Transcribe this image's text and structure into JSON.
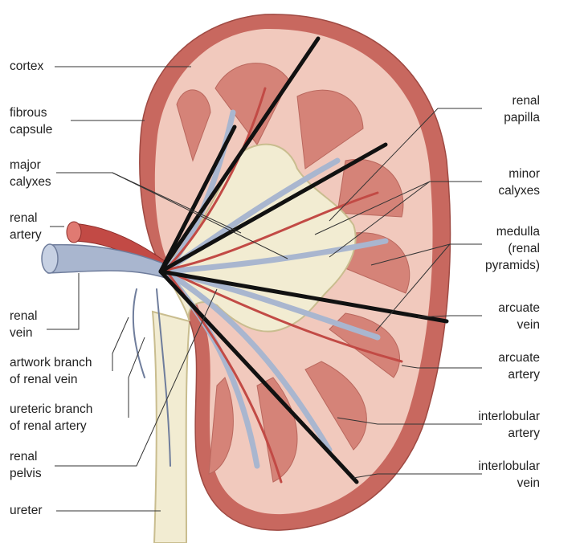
{
  "colors": {
    "capsule": "#c8685f",
    "cortex": "#f1c9bd",
    "pyramid": "#d58378",
    "vein": "#a9b6cf",
    "vein_dark": "#6f7d9c",
    "artery": "#c24a45",
    "pelvis": "#f2ecd2",
    "pelvis_edge": "#c9bd8f",
    "dashed_line": "#111111",
    "leader": "#333333",
    "text": "#222222"
  },
  "labels": {
    "cortex": "cortex",
    "fibrous_capsule": "fibrous\ncapsule",
    "major_calyxes": "major\ncalyxes",
    "renal_artery": "renal\nartery",
    "renal_vein": "renal\nvein",
    "artwork_branch": "artwork branch\nof renal vein",
    "ureteric_branch": "ureteric branch\nof renal artery",
    "renal_pelvis": "renal\npelvis",
    "ureter": "ureter",
    "renal_papilla": "renal\npapilla",
    "minor_calyxes": "minor\ncalyxes",
    "medulla": "medulla\n(renal\npyramids)",
    "arcuate_vein": "arcuate\nvein",
    "arcuate_artery": "arcuate\nartery",
    "interlobular_artery": "interlobular\nartery",
    "interlobular_vein": "interlobular\nvein"
  }
}
